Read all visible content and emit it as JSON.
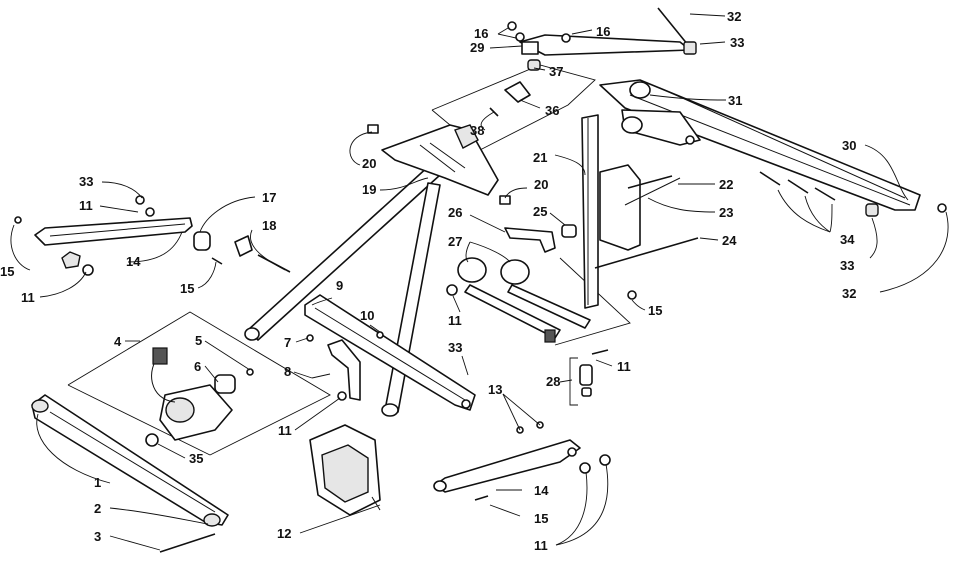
{
  "callouts": [
    {
      "id": "c32a",
      "text": "32"
    },
    {
      "id": "c33a",
      "text": "33"
    },
    {
      "id": "c16a",
      "text": "16"
    },
    {
      "id": "c16b",
      "text": "16"
    },
    {
      "id": "c29",
      "text": "29"
    },
    {
      "id": "c37",
      "text": "37"
    },
    {
      "id": "c31",
      "text": "31"
    },
    {
      "id": "c36",
      "text": "36"
    },
    {
      "id": "c38",
      "text": "38"
    },
    {
      "id": "c20a",
      "text": "20"
    },
    {
      "id": "c21",
      "text": "21"
    },
    {
      "id": "c30",
      "text": "30"
    },
    {
      "id": "c19",
      "text": "19"
    },
    {
      "id": "c20b",
      "text": "20"
    },
    {
      "id": "c22",
      "text": "22"
    },
    {
      "id": "c23",
      "text": "23"
    },
    {
      "id": "c33b",
      "text": "33"
    },
    {
      "id": "c17",
      "text": "17"
    },
    {
      "id": "c11a",
      "text": "11"
    },
    {
      "id": "c18",
      "text": "18"
    },
    {
      "id": "c26",
      "text": "26"
    },
    {
      "id": "c25",
      "text": "25"
    },
    {
      "id": "c27",
      "text": "27"
    },
    {
      "id": "c24",
      "text": "24"
    },
    {
      "id": "c34",
      "text": "34"
    },
    {
      "id": "c14a",
      "text": "14"
    },
    {
      "id": "c15a",
      "text": "15"
    },
    {
      "id": "c15b",
      "text": "15"
    },
    {
      "id": "c11b",
      "text": "11"
    },
    {
      "id": "c33c",
      "text": "33"
    },
    {
      "id": "c32b",
      "text": "32"
    },
    {
      "id": "c9",
      "text": "9"
    },
    {
      "id": "c11c",
      "text": "11"
    },
    {
      "id": "c15c",
      "text": "15"
    },
    {
      "id": "c10",
      "text": "10"
    },
    {
      "id": "c4",
      "text": "4"
    },
    {
      "id": "c5",
      "text": "5"
    },
    {
      "id": "c7",
      "text": "7"
    },
    {
      "id": "c33d",
      "text": "33"
    },
    {
      "id": "c11d",
      "text": "11"
    },
    {
      "id": "c6",
      "text": "6"
    },
    {
      "id": "c8",
      "text": "8"
    },
    {
      "id": "c28",
      "text": "28"
    },
    {
      "id": "c13",
      "text": "13"
    },
    {
      "id": "c11e",
      "text": "11"
    },
    {
      "id": "c35",
      "text": "35"
    },
    {
      "id": "c1",
      "text": "1"
    },
    {
      "id": "c14b",
      "text": "14"
    },
    {
      "id": "c12",
      "text": "12"
    },
    {
      "id": "c15d",
      "text": "15"
    },
    {
      "id": "c2",
      "text": "2"
    },
    {
      "id": "c3",
      "text": "3"
    },
    {
      "id": "c11f",
      "text": "11"
    }
  ]
}
